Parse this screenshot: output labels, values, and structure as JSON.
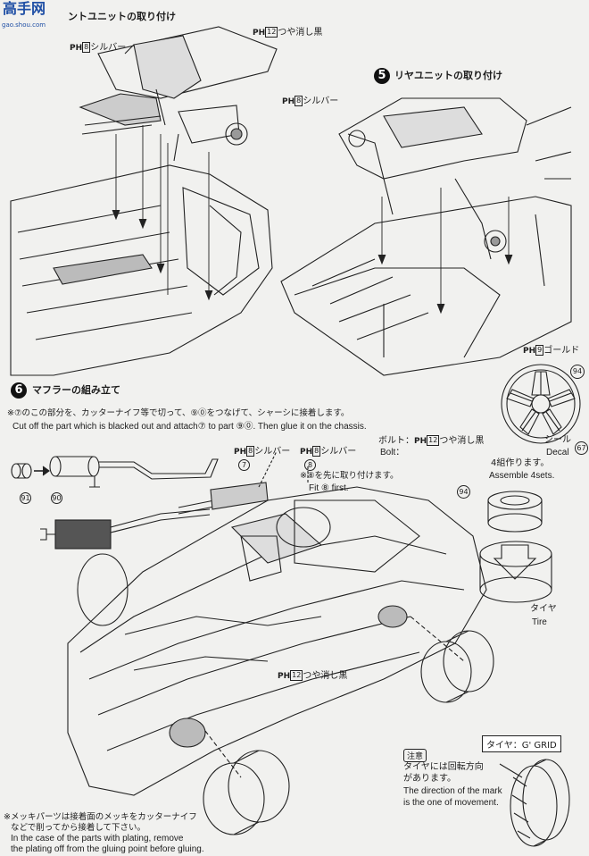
{
  "logo": {
    "text": "高手网",
    "subtext": "gao.shou.com"
  },
  "step4": {
    "title": "ントユニットの取り付け"
  },
  "step5": {
    "number": "5",
    "title": "リヤユニットの取り付け"
  },
  "step6": {
    "number": "6",
    "title": "マフラーの組み立て"
  },
  "callouts": {
    "top_matte": {
      "ph": "PH",
      "code": "12",
      "text": "つや消し黒"
    },
    "top_silver_left": {
      "ph": "PH",
      "code": "8",
      "text": "シルバー"
    },
    "top_silver_right": {
      "ph": "PH",
      "code": "8",
      "text": "シルバー"
    },
    "gold": {
      "ph": "PH",
      "code": "9",
      "text": "ゴールド"
    },
    "muffler_silver_7": {
      "ph": "PH",
      "code": "8",
      "text": "シルバー"
    },
    "muffler_silver_8": {
      "ph": "PH",
      "code": "8",
      "text": "シルバー"
    },
    "chassis_matte": {
      "ph": "PH",
      "code": "12",
      "text": "つや消し黒"
    }
  },
  "instructions": {
    "cut_jp": "※⑦のこの部分を、カッターナイフ等で切って、⑨⓪をつなげて、シャーシに接着します。",
    "cut_en": "Cut off the part which is blacked out and attach⑦ to part ⑨⓪. Then glue it on the chassis.",
    "fit_jp": "※⑧を先に取り付けます。",
    "fit_en": "Fit ⑧ first.",
    "plating_jp_1": "※メッキパーツは接着面のメッキをカッターナイフ",
    "plating_jp_2": "などで削ってから接着して下さい。",
    "plating_en_1": "In the case of the parts with plating, remove",
    "plating_en_2": "the plating off from the gluing point before gluing."
  },
  "wheel": {
    "part_94": "94",
    "part_67": "67",
    "bolt_jp": "ボルト：",
    "bolt_code": "12",
    "bolt_color": "つや消し黒",
    "bolt_en": "Bolt：",
    "decal_jp": "シール",
    "decal_en": "Decal",
    "assemble_jp": "4組作ります。",
    "assemble_en": "Assemble 4sets.",
    "tire_jp": "タイヤ",
    "tire_en": "Tire"
  },
  "muffler_parts": {
    "p91": "91",
    "p90": "90",
    "p7": "7",
    "p8": "8"
  },
  "tire_note": {
    "box": "タイヤ：G' GRID",
    "caution": "注意",
    "jp_1": "タイヤには回転方向",
    "jp_2": "があります。",
    "en_1": "The direction of the mark",
    "en_2": "is the one of movement."
  }
}
